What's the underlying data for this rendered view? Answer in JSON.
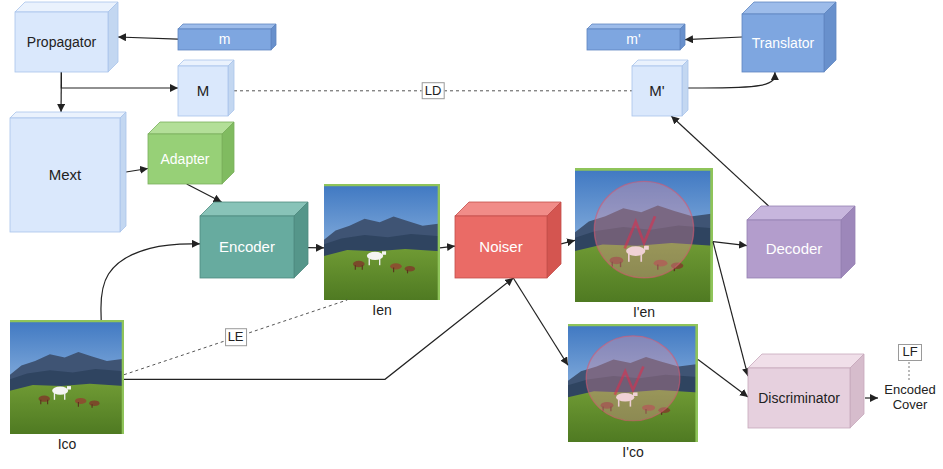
{
  "diagram": {
    "nodes": [
      {
        "text": [
          "Propagator"
        ]
      },
      {
        "text": [
          "m"
        ]
      },
      {
        "text": [
          "m'"
        ]
      },
      {
        "text": [
          "Translator"
        ]
      },
      {
        "text": [
          "M"
        ]
      },
      {
        "text": [
          "M'"
        ]
      },
      {
        "text": [
          "Mext"
        ]
      },
      {
        "text": [
          "Adapter"
        ]
      },
      {
        "text": [
          "Encoder"
        ]
      },
      {
        "text": [
          "Ien"
        ]
      },
      {
        "text": [
          "Noiser"
        ]
      },
      {
        "text": [
          "I'en"
        ]
      },
      {
        "text": [
          "Decoder"
        ]
      },
      {
        "text": [
          "Ico"
        ]
      },
      {
        "text": [
          "I'co"
        ]
      },
      {
        "text": [
          "Discriminator"
        ]
      }
    ],
    "edges": [
      {
        "from": 1,
        "to": 0,
        "arrow": "to"
      },
      {
        "from": 0,
        "to": 4,
        "arrow": "to"
      },
      {
        "from": 0,
        "to": 6,
        "arrow": "to"
      },
      {
        "from": 4,
        "to": 5,
        "label": "LD",
        "arrow": "none"
      },
      {
        "from": 3,
        "to": 2,
        "arrow": "to"
      },
      {
        "from": 5,
        "to": 3,
        "arrow": "to"
      },
      {
        "from": 6,
        "to": 7,
        "arrow": "to"
      },
      {
        "from": 7,
        "to": 8,
        "arrow": "to"
      },
      {
        "from": 13,
        "to": 8,
        "arrow": "to"
      },
      {
        "from": 8,
        "to": 9,
        "arrow": "to"
      },
      {
        "from": 9,
        "to": 10,
        "arrow": "to"
      },
      {
        "from": 13,
        "to": 10,
        "arrow": "to"
      },
      {
        "from": 13,
        "to": 9,
        "label": "LE",
        "arrow": "none"
      },
      {
        "from": 10,
        "to": 11,
        "arrow": "to"
      },
      {
        "from": 10,
        "to": 14,
        "arrow": "to"
      },
      {
        "from": 11,
        "to": 12,
        "arrow": "to"
      },
      {
        "from": 12,
        "to": 5,
        "arrow": "to"
      },
      {
        "from": 11,
        "to": 15,
        "arrow": "to"
      },
      {
        "from": 14,
        "to": 15,
        "arrow": "to"
      }
    ],
    "labels": [
      "LF",
      "Encoded Cover"
    ]
  }
}
